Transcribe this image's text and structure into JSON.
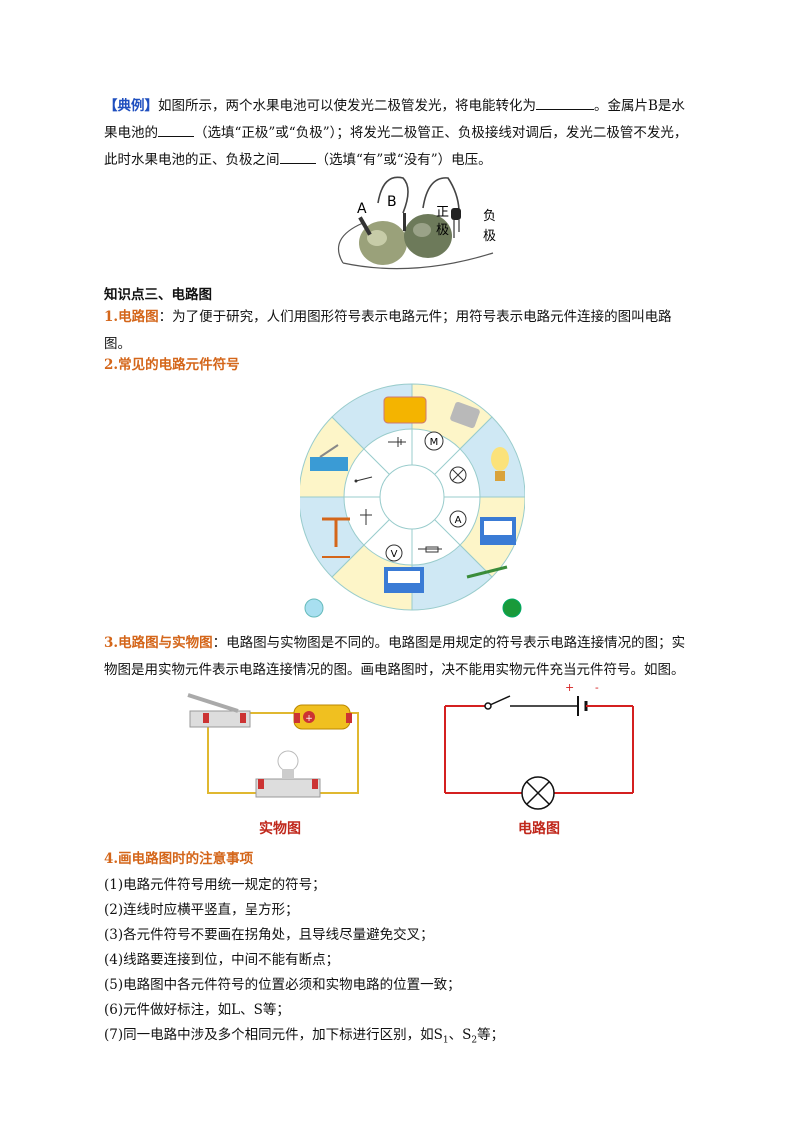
{
  "example": {
    "label": "【典例】",
    "line1": "如图所示，两个水果电池可以使发光二极管发光，将电能转化为",
    "line1_tail": "。金属片B是水",
    "line2_a": "果电池的",
    "line2_b": "（选填“正极”或“负极”）；将发光二极管正、负极接线对调后，发光二极管不发光，",
    "line3_a": "此时水果电池的正、负极之间",
    "line3_b": "（选填“有”或“没有”）电压。",
    "figure_labels": {
      "a": "A",
      "b": "B",
      "positive": "正极",
      "negative": "负极"
    }
  },
  "section3": {
    "title": "知识点三、电路图",
    "p1_label": "1.电路图",
    "p1_text": "：为了便于研究，人们用图形符号表示电路元件；用符号表示电路元件连接的图叫电路",
    "p1_line2": "图。",
    "p2_label": "2.常见的电路元件符号",
    "wheel_symbols": [
      "M",
      "A",
      "V"
    ],
    "p3_label": "3.电路图与实物图",
    "p3_text": "：电路图与实物图是不同的。电路图是用规定的符号表示电路连接情况的图；实",
    "p3_line2": "物图是用实物元件表示电路连接情况的图。画电路图时，决不能用实物元件充当元件符号。如图。",
    "caption_physical": "实物图",
    "caption_circuit": "电路图",
    "polarity_plus": "+",
    "polarity_minus": "-",
    "p4_label": "4.画电路图时的注意事项",
    "notes": [
      "(1)电路元件符号用统一规定的符号；",
      "(2)连线时应横平竖直，呈方形；",
      "(3)各元件符号不要画在拐角处，且导线尽量避免交叉；",
      "(4)线路要连接到位，中间不能有断点；",
      "(5)电路图中各元件符号的位置必须和实物电路的位置一致；",
      "(6)元件做好标注，如L、S等；"
    ],
    "note7_a": "(7)同一电路中涉及多个相同元件，加下标进行区别，如S",
    "note7_sub1": "1",
    "note7_mid": "、S",
    "note7_sub2": "2",
    "note7_b": "等；"
  },
  "colors": {
    "accent_blue": "#1f4fbf",
    "accent_orange": "#d4661a",
    "circuit_red": "#d42020",
    "wheel_blue": "#cfe8f4",
    "wheel_yellow": "#fdf5c8"
  }
}
